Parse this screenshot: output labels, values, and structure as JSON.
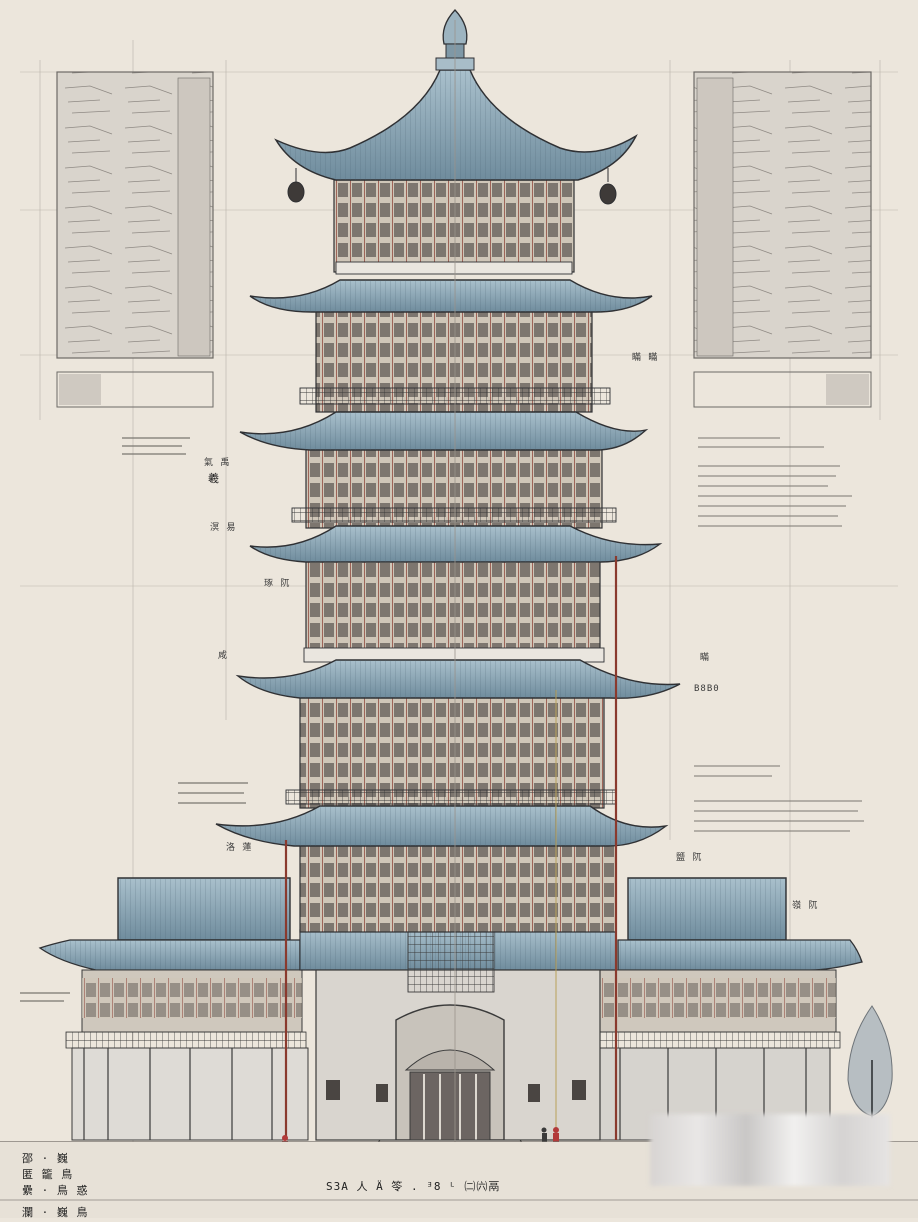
{
  "palette": {
    "paper": "#ece6dc",
    "ink": "#2f3033",
    "roof_blue": "#8fa9b8",
    "roof_dark": "#5f7b8d",
    "timber_red": "#8a3a2e",
    "wall_grey": "#d3d0cb",
    "panel_fill": "#d8d2c8"
  },
  "icons": {
    "finial": "finial-icon",
    "lantern": "lantern-icon",
    "tree": "tree-icon",
    "figure": "human-figure-icon"
  },
  "annotations": {
    "left_note_1": "羲",
    "left_note_2": "氣 禹",
    "left_note_3": "溟 易",
    "left_note_4": "咸",
    "left_note_5": "洛 蓮",
    "left_note_6": "琢 阢",
    "right_note_1": "瞞 瞞",
    "right_note_2": "瞞",
    "right_note_3": "B8B0",
    "right_note_4": "鹽 阢",
    "right_note_5": "嶺 阢",
    "bottom_left_1": "邵 · 巍",
    "bottom_left_2": "匿  籠 鳥",
    "bottom_left_3": "纍 · 鳥 惑",
    "bottom_left_4": "瀾 · 巍 鳥",
    "bottom_center": "S3A 人 Ä    笭 .     ᴲ8 ᴸ  ㈡㈥鬲"
  }
}
